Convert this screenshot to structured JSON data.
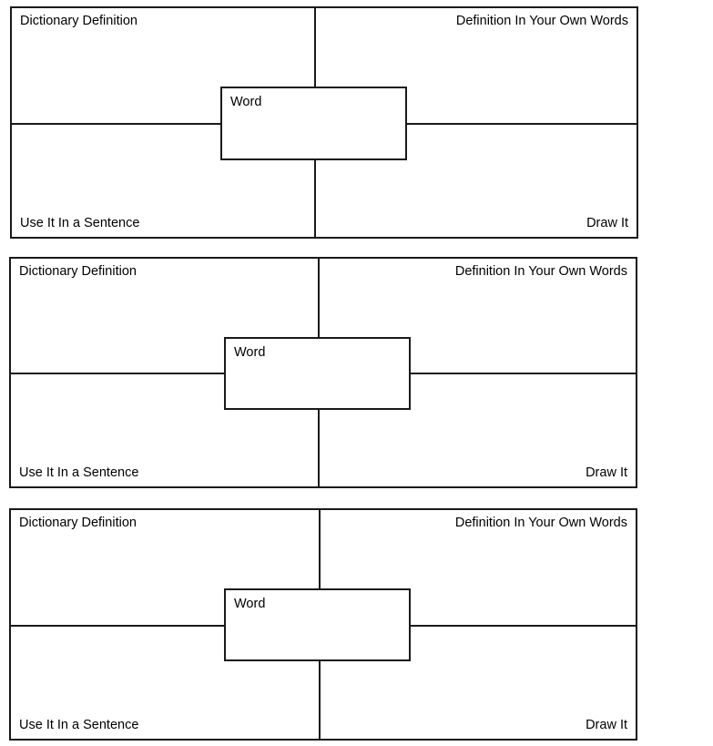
{
  "document": {
    "title": "Frayer Model Vocabulary Organizer Worksheet",
    "page_background": "#ffffff",
    "line_color": "#1a1a1a",
    "text_color": "#000000"
  },
  "labels": {
    "dictionary_definition": "Dictionary Definition",
    "own_words_definition": "Definition In Your Own Words",
    "use_in_sentence": "Use It In a Sentence",
    "draw_it": "Draw It",
    "word": "Word"
  },
  "organizers": [
    {
      "index": 1,
      "quadrants": {
        "top_left": "Dictionary Definition",
        "top_right": "Definition In Your Own Words",
        "bottom_left": "Use It In a Sentence",
        "bottom_right": "Draw It"
      },
      "center_box_label": "Word"
    },
    {
      "index": 2,
      "quadrants": {
        "top_left": "Dictionary Definition",
        "top_right": "Definition In Your Own Words",
        "bottom_left": "Use It In a Sentence",
        "bottom_right": "Draw It"
      },
      "center_box_label": "Word"
    },
    {
      "index": 3,
      "quadrants": {
        "top_left": "Dictionary Definition",
        "top_right": "Definition In Your Own Words",
        "bottom_left": "Use It In a Sentence",
        "bottom_right": "Draw It"
      },
      "center_box_label": "Word"
    }
  ]
}
